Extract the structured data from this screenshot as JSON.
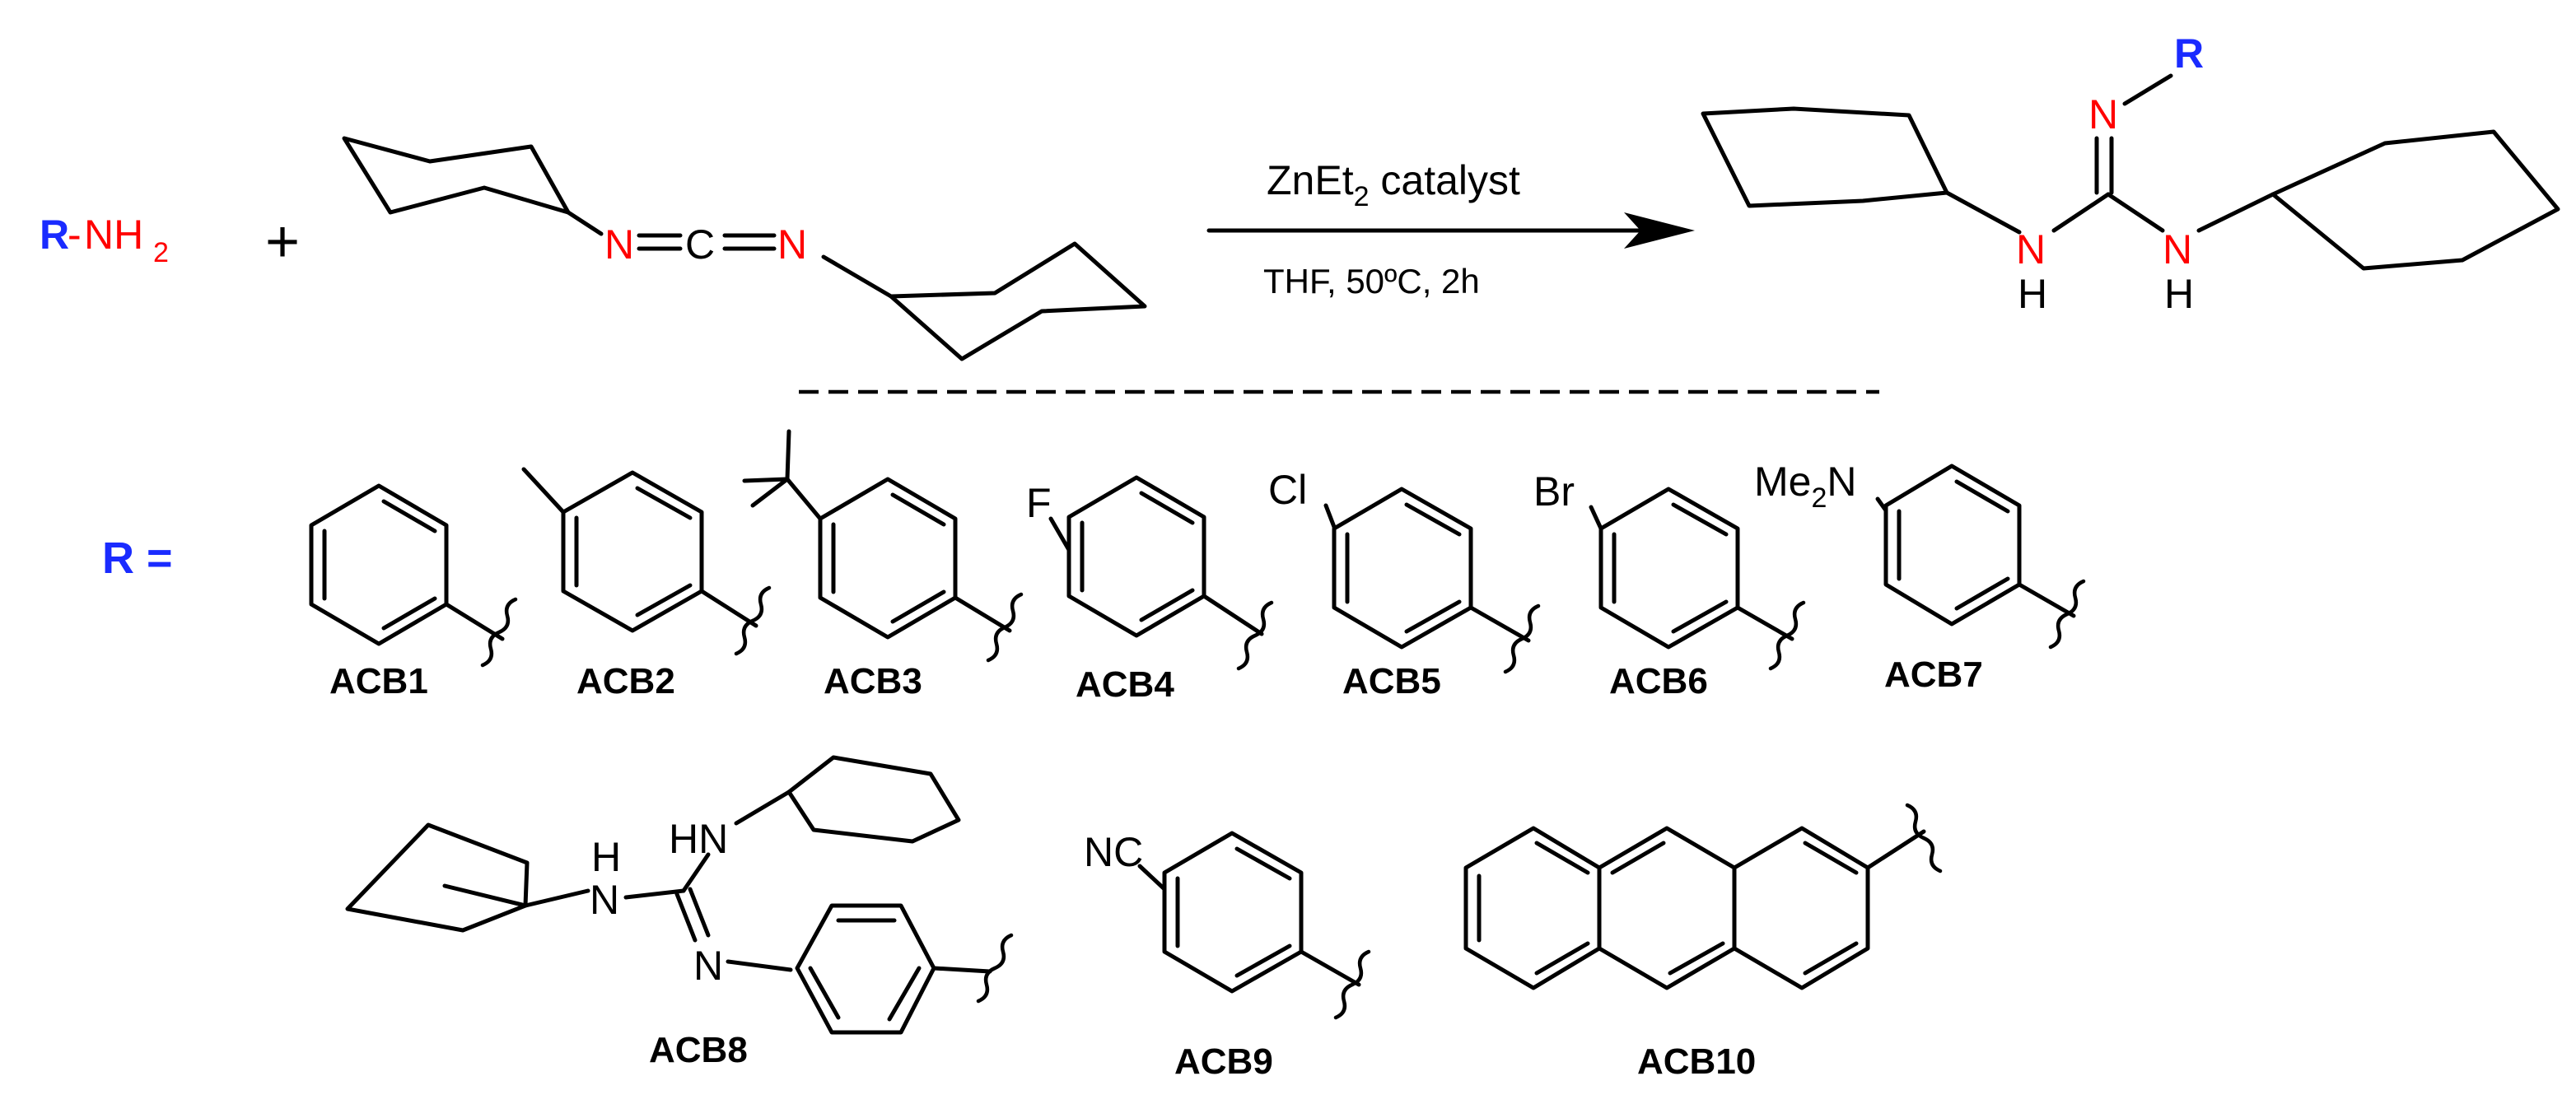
{
  "reaction": {
    "reactant_r": "R",
    "reactant_dash": "-",
    "reactant_nh": "NH",
    "reactant_sub2": "2",
    "plus": "+",
    "carbodiimide_n1": "N",
    "carbodiimide_c": "C",
    "carbodiimide_n2": "N",
    "conditions_reagent": "ZnEt",
    "conditions_reagent_sub": "2",
    "conditions_reagent_rest": " catalyst",
    "conditions_below": "THF,  50ºC, 2h",
    "product_r": "R",
    "product_n_imine": "N",
    "product_nh1_n": "N",
    "product_nh1_h": "H",
    "product_nh2_n": "N",
    "product_nh2_h": "H"
  },
  "substituents": {
    "r_equals": "R =",
    "labels": [
      "ACB1",
      "ACB2",
      "ACB3",
      "ACB4",
      "ACB5",
      "ACB6",
      "ACB7",
      "ACB8",
      "ACB9",
      "ACB10"
    ],
    "atoms": {
      "f": "F",
      "cl": "Cl",
      "br": "Br",
      "me2n_me": "Me",
      "me2n_sub": "2",
      "me2n_n": "N",
      "acb8_h": "H",
      "acb8_n1": "N",
      "acb8_hn": "HN",
      "acb8_n2": "N",
      "nc": "NC"
    }
  },
  "colors": {
    "r_group": "#1a2bff",
    "heteroatom": "#ff0000",
    "bond": "#000000"
  }
}
